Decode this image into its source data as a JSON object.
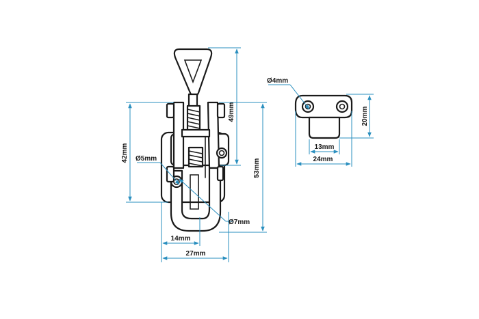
{
  "colors": {
    "line": "#1a1a1a",
    "dimension": "#2a8fbf",
    "background": "#ffffff"
  },
  "dimensions": {
    "d49": "49mm",
    "d53": "53mm",
    "d42": "42mm",
    "d5": "Ø5mm",
    "d7": "Ø7mm",
    "d14": "14mm",
    "d27": "27mm",
    "d4": "Ø4mm",
    "d20": "20mm",
    "d13": "13mm",
    "d24": "24mm"
  }
}
